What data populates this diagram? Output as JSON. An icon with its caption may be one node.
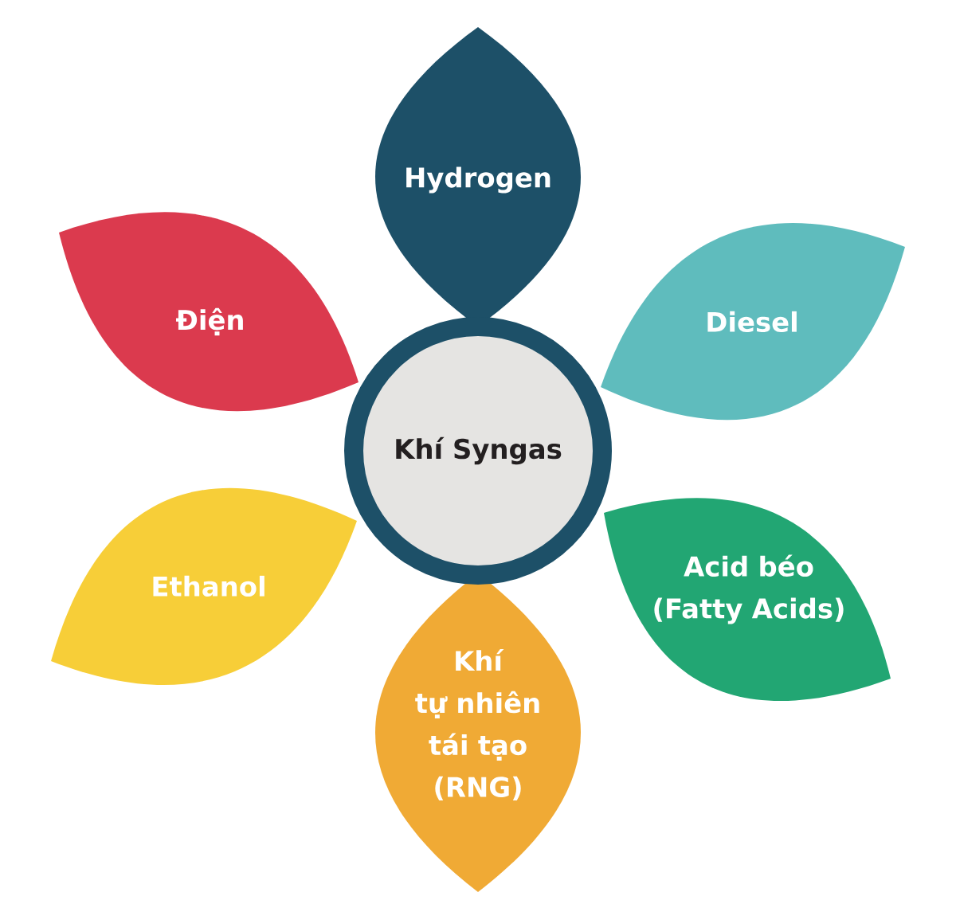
{
  "diagram": {
    "nodes": [
      {
        "text": [
          "Khí Syngas"
        ]
      },
      {
        "text": [
          "Hydrogen"
        ]
      },
      {
        "text": [
          "Diesel"
        ]
      },
      {
        "text": [
          "Acid béo (Fatty Acids)"
        ]
      },
      {
        "text": [
          "Khí tự nhiên tái tạo (RNG)"
        ]
      },
      {
        "text": [
          "Ethanol"
        ]
      },
      {
        "text": [
          "Điện"
        ]
      }
    ]
  }
}
